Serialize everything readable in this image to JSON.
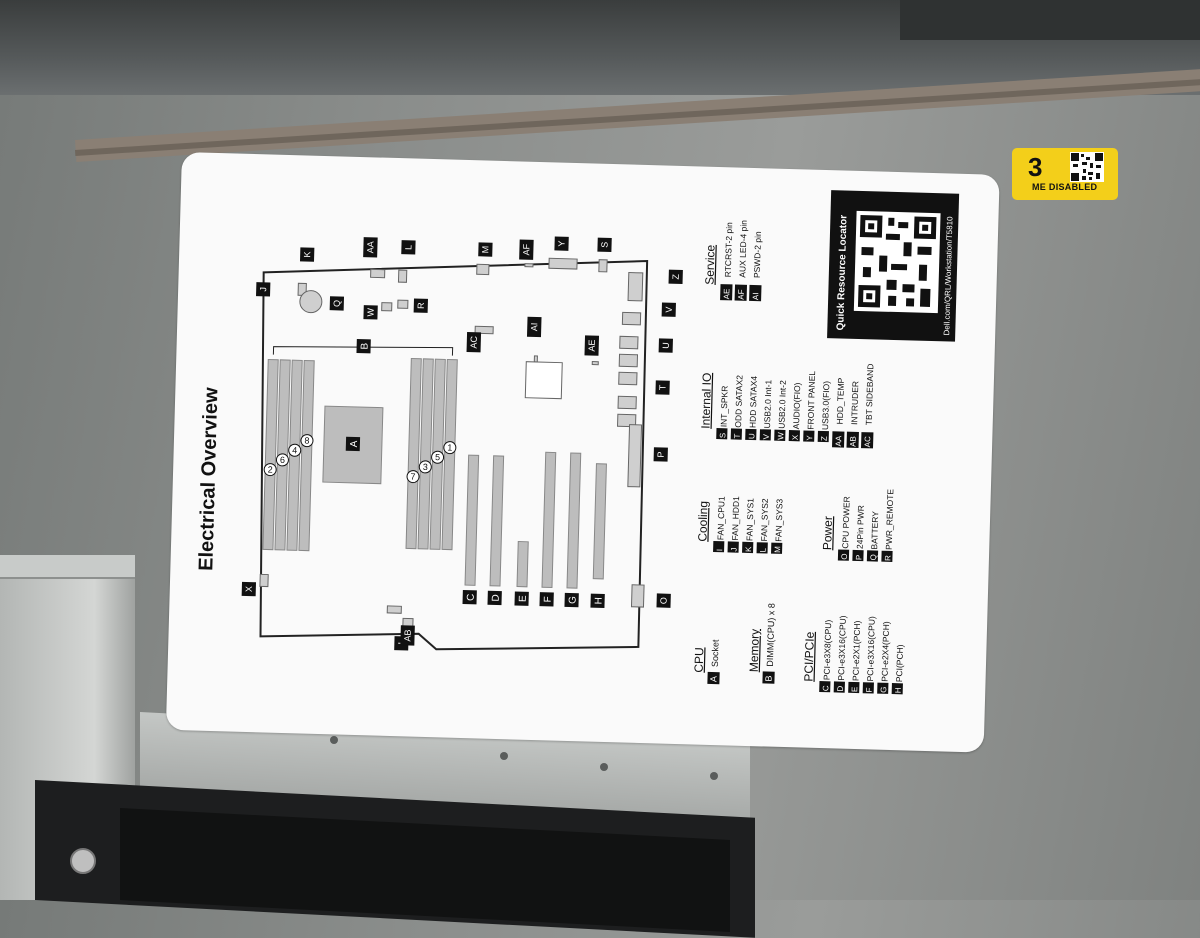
{
  "service_tag": {
    "number": "3",
    "text": "ME DISABLED"
  },
  "sticker": {
    "title": "Electrical Overview",
    "qr_title": "Quick Resource Locator",
    "qr_url": "Dell.com/QRL/Workstation/T5810",
    "board_labels": [
      "A",
      "B",
      "C",
      "D",
      "E",
      "F",
      "G",
      "H",
      "I",
      "J",
      "K",
      "L",
      "M",
      "O",
      "P",
      "Q",
      "R",
      "S",
      "T",
      "U",
      "V",
      "W",
      "X",
      "Y",
      "Z",
      "AA",
      "AB",
      "AC",
      "AE",
      "AF",
      "AI"
    ],
    "dimm_numbers": [
      "2",
      "6",
      "4",
      "8",
      "7",
      "3",
      "5",
      "1"
    ],
    "legend": {
      "cpu": {
        "title": "CPU",
        "items": [
          {
            "code": "A",
            "text": "Socket"
          }
        ]
      },
      "memory": {
        "title": "Memory",
        "items": [
          {
            "code": "B",
            "text": "DIMM(CPU) x 8"
          }
        ]
      },
      "pci": {
        "title": "PCI/PCIe",
        "items": [
          {
            "code": "C",
            "text": "PCI-e3X8(CPU)"
          },
          {
            "code": "D",
            "text": "PCI-e3X16(CPU)"
          },
          {
            "code": "E",
            "text": "PCI-e2X1(PCH)"
          },
          {
            "code": "F",
            "text": "PCI-e3X16(CPU)"
          },
          {
            "code": "G",
            "text": "PCI-e2X4(PCH)"
          },
          {
            "code": "H",
            "text": "PCI(PCH)"
          }
        ]
      },
      "cooling": {
        "title": "Cooling",
        "items": [
          {
            "code": "I",
            "text": "FAN_CPU1"
          },
          {
            "code": "J",
            "text": "FAN_HDD1"
          },
          {
            "code": "K",
            "text": "FAN_SYS1"
          },
          {
            "code": "L",
            "text": "FAN_SYS2"
          },
          {
            "code": "M",
            "text": "FAN_SYS3"
          }
        ]
      },
      "power": {
        "title": "Power",
        "items": [
          {
            "code": "O",
            "text": "CPU POWER"
          },
          {
            "code": "P",
            "text": "24Pin PWR"
          },
          {
            "code": "Q",
            "text": "BATTERY"
          },
          {
            "code": "R",
            "text": "PWR_REMOTE"
          }
        ]
      },
      "internal_io": {
        "title": "Internal IO",
        "items": [
          {
            "code": "S",
            "text": "INT_SPKR"
          },
          {
            "code": "T",
            "text": "ODD SATAX2"
          },
          {
            "code": "U",
            "text": "HDD SATAX4"
          },
          {
            "code": "V",
            "text": "USB2.0 Int-1"
          },
          {
            "code": "W",
            "text": "USB2.0 Int-2"
          },
          {
            "code": "X",
            "text": "AUDIO(FIO)"
          },
          {
            "code": "Y",
            "text": "FRONT PANEL"
          },
          {
            "code": "Z",
            "text": "USB3.0(FIO)"
          },
          {
            "code": "AA",
            "text": "HDD_TEMP"
          },
          {
            "code": "AB",
            "text": "INTRUDER"
          },
          {
            "code": "AC",
            "text": "TBT SIDEBAND"
          }
        ]
      },
      "service": {
        "title": "Service",
        "items": [
          {
            "code": "AE",
            "text": "RTCRST-2 pin"
          },
          {
            "code": "AF",
            "text": "AUX LED-4 pin"
          },
          {
            "code": "AI",
            "text": "PSWD-2 pin"
          }
        ]
      }
    }
  }
}
